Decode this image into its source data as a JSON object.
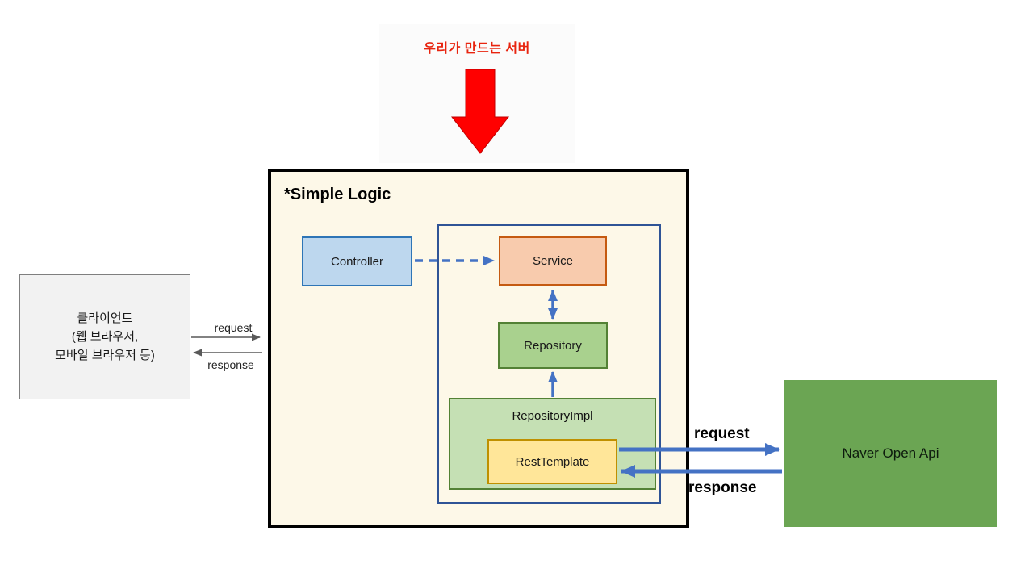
{
  "top_banner": {
    "label": "우리가 만드는 서버"
  },
  "client": {
    "line1": "클라이언트",
    "line2": "(웹 브라우저,",
    "line3": "모바일 브라우저 등)",
    "request_label": "request",
    "response_label": "response"
  },
  "main": {
    "title": "*Simple Logic",
    "boxes": {
      "controller": "Controller",
      "service": "Service",
      "repository": "Repository",
      "repository_impl": "RepositoryImpl",
      "rest_template": "RestTemplate"
    }
  },
  "naver": {
    "label": "Naver Open Api",
    "request_label": "request",
    "response_label": "response"
  },
  "colors": {
    "accent_blue": "#4472c4",
    "inner_border_blue": "#2f5496",
    "red_arrow": "#ff0000",
    "banner_text_red": "#e8240f",
    "controller_fill": "#bdd7ee",
    "service_fill": "#f8cbad",
    "repository_fill": "#a9d18e",
    "repository_impl_fill": "#c5e0b4",
    "rest_template_fill": "#ffe699",
    "naver_fill": "#6ba553",
    "client_fill": "#f2f2f2",
    "main_box_bg": "#fdf8e8",
    "gray_arrow": "#595959"
  }
}
